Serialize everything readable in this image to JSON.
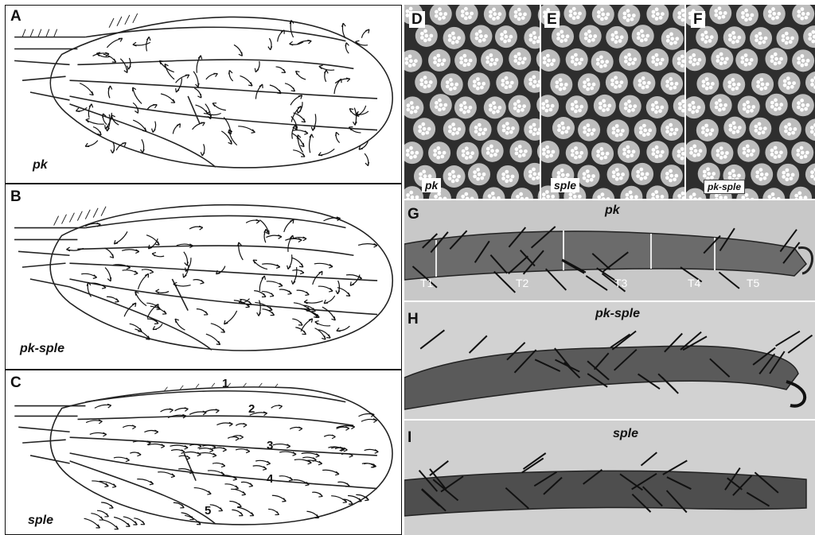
{
  "figure": {
    "panels": [
      {
        "letter": "A",
        "genotype": "pk"
      },
      {
        "letter": "B",
        "genotype": "pk-sple"
      },
      {
        "letter": "C",
        "genotype": "sple",
        "vein_labels": [
          "1",
          "2",
          "3",
          "4",
          "5"
        ]
      },
      {
        "letter": "D",
        "genotype": "pk"
      },
      {
        "letter": "E",
        "genotype": "sple"
      },
      {
        "letter": "F",
        "genotype": "pk-sple"
      },
      {
        "letter": "G",
        "genotype": "pk",
        "segments": [
          "T1",
          "T2",
          "T3",
          "T4",
          "T5"
        ]
      },
      {
        "letter": "H",
        "genotype": "pk-sple"
      },
      {
        "letter": "I",
        "genotype": "sple"
      }
    ]
  }
}
